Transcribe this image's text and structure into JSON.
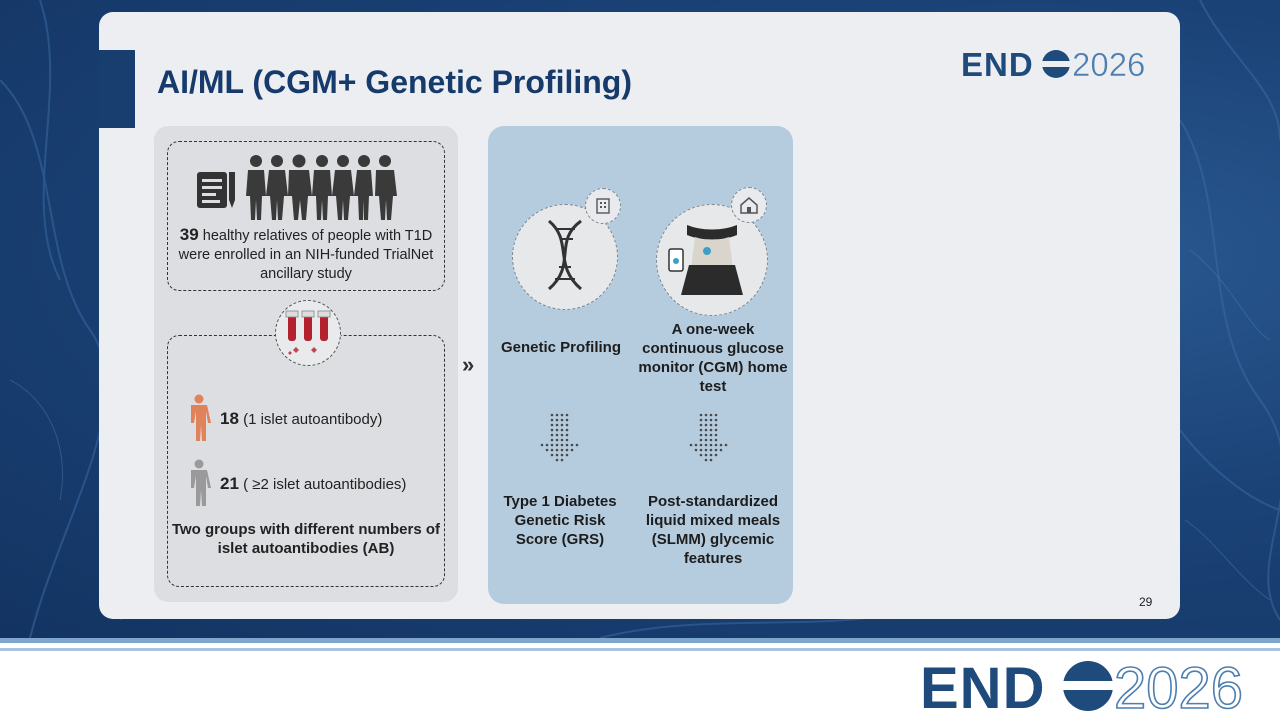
{
  "slide": {
    "title": "AI/ML (CGM+ Genetic Profiling)",
    "logo_small": "ENDO2026",
    "page_number": "29"
  },
  "left_panel": {
    "enrolled_count": "39",
    "enrolled_text": "healthy relatives of people with T1D were enrolled in an NIH-funded TrialNet ancillary study",
    "group1_count": "18",
    "group1_text": "(1 islet autoantibody)",
    "group2_count": "21",
    "group2_text": "( ≥2 islet autoantibodies)",
    "caption": "Two groups with different numbers of islet autoantibodies (AB)"
  },
  "right_panel": {
    "genetic_label": "Genetic Profiling",
    "cgm_label": "A one-week continuous glucose monitor (CGM) home test",
    "grs_label": "Type 1 Diabetes Genetic Risk Score (GRS)",
    "slmm_label": "Post-standardized liquid mixed meals (SLMM) glycemic features"
  },
  "footer": {
    "logo_big": "ENDO2026"
  },
  "icons": [
    "document-icon",
    "people-group-icon",
    "blood-tube-icon",
    "person-orange-icon",
    "person-gray-icon",
    "chevron-right-icon",
    "dna-icon",
    "building-icon",
    "home-icon",
    "cgm-person-icon",
    "arrow-down-icon"
  ],
  "colors": {
    "title": "#163a6b",
    "accent_bar": "#183e6f",
    "right_panel": "#b5ccdf",
    "left_panel": "#dcdee1",
    "person_orange": "#e0825a",
    "person_gray": "#9a9a9a"
  }
}
